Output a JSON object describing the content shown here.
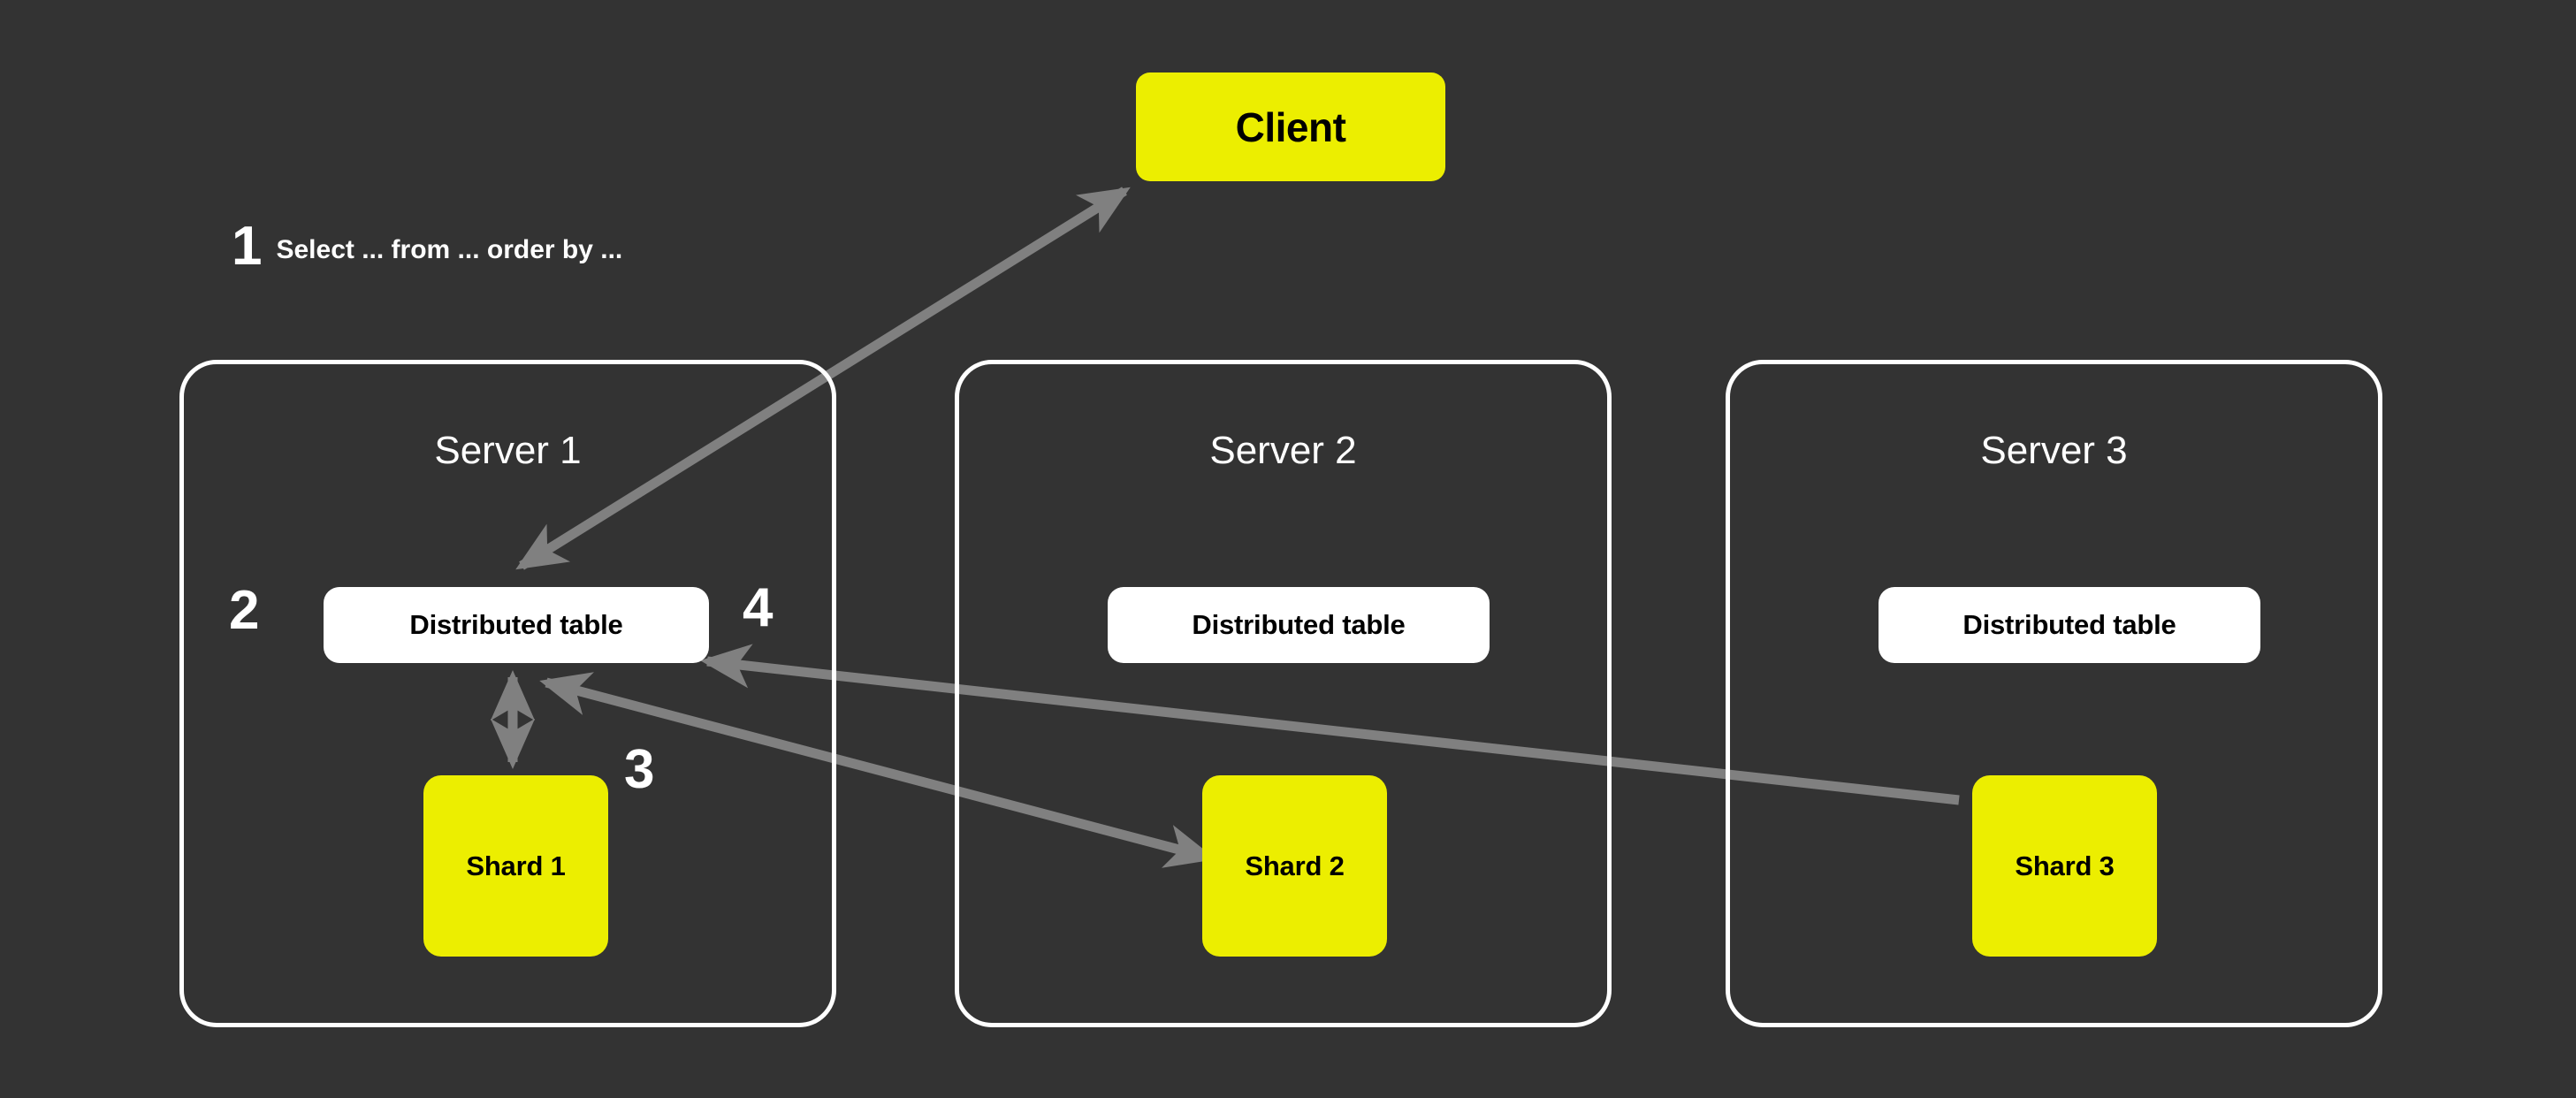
{
  "diagram": {
    "title": "Distributed table query routing",
    "background_color": "#333333",
    "accent_color": "#ECEE00",
    "arrow_color": "#808080",
    "frame_color": "#ffffff"
  },
  "client": {
    "label": "Client"
  },
  "steps": [
    {
      "number": "1",
      "text": "Select ... from ... order by ..."
    },
    {
      "number": "2",
      "text": ""
    },
    {
      "number": "3",
      "text": ""
    },
    {
      "number": "4",
      "text": ""
    }
  ],
  "servers": [
    {
      "title": "Server 1",
      "distributed_table": "Distributed table",
      "shard": "Shard 1"
    },
    {
      "title": "Server 2",
      "distributed_table": "Distributed table",
      "shard": "Shard 2"
    },
    {
      "title": "Server 3",
      "distributed_table": "Distributed table",
      "shard": "Shard 3"
    }
  ],
  "arrows": [
    {
      "name": "client-to-distributed-table",
      "from": "Client",
      "to": "Server 1 Distributed table",
      "style": "single"
    },
    {
      "name": "distributed-table-to-shard-1",
      "from": "Server 1 Distributed table",
      "to": "Shard 1",
      "style": "double"
    },
    {
      "name": "distributed-table-to-shard-2",
      "from": "Server 1 Distributed table",
      "to": "Shard 2",
      "style": "single"
    },
    {
      "name": "shard-3-to-distributed-table",
      "from": "Shard 3",
      "to": "Server 1 Distributed table",
      "style": "single"
    }
  ]
}
